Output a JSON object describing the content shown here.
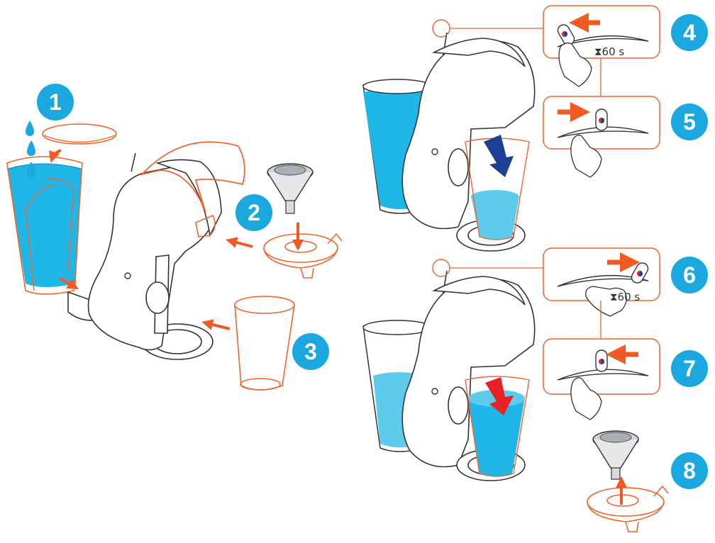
{
  "steps": [
    "1",
    "2",
    "3",
    "4",
    "5",
    "6",
    "7",
    "8"
  ],
  "timers": {
    "step4": "60 s",
    "step6": "60 s"
  },
  "icons": {
    "timer": "hourglass-icon",
    "flow": "arrow-icon"
  },
  "colors": {
    "badge": "#1ba8de",
    "arrow": "#f15a22",
    "outline": "#f0642d",
    "water": "#1fb7e8",
    "water_light": "#5fcbea",
    "machine_outline": "#333333",
    "down_arrow_blue": "#1d3f94",
    "down_arrow_red": "#e82127"
  }
}
